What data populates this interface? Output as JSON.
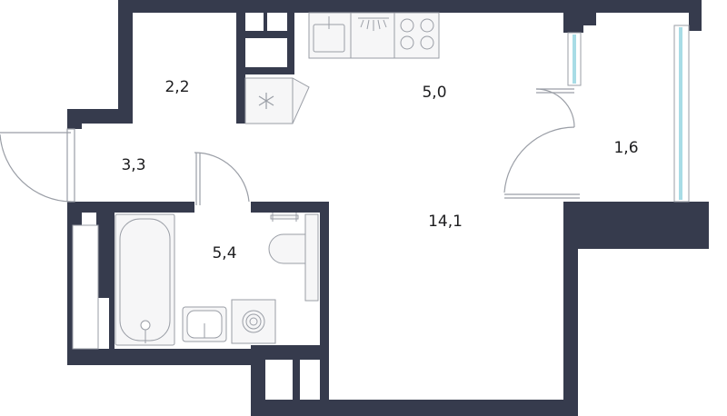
{
  "rooms": [
    {
      "id": "storage",
      "area": "2,2"
    },
    {
      "id": "kitchen",
      "area": "5,0"
    },
    {
      "id": "hallway",
      "area": "3,3"
    },
    {
      "id": "balcony",
      "area": "1,6"
    },
    {
      "id": "living",
      "area": "14,1"
    },
    {
      "id": "bathroom",
      "area": "5,4"
    }
  ],
  "colors": {
    "wall": "#363b4d",
    "fixture_stroke": "#9a9ea6",
    "fixture_fill": "#f6f6f7",
    "glass": "#a8dce6",
    "label": "#1d1d1f"
  },
  "icons": {
    "fridge": "snowflake-icon",
    "hood": "range-hood-icon",
    "stove": "cooktop-icon",
    "washer": "washing-machine-icon"
  }
}
